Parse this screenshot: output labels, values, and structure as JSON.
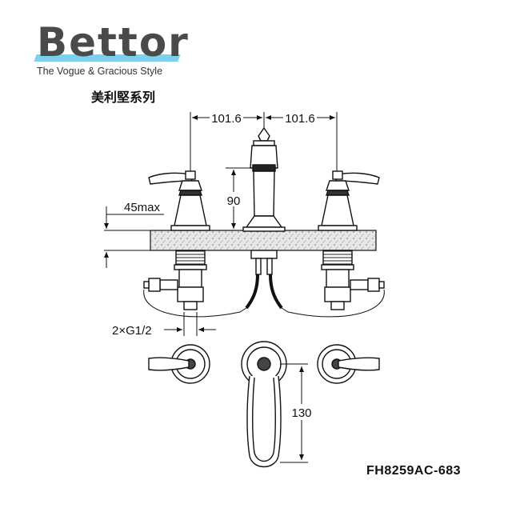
{
  "brand": {
    "name": "Bettor",
    "slogan": "The Vogue & Gracious Style",
    "accent_color": "#7fd0ee",
    "text_color": "#4a4a4a"
  },
  "series_name": "美利堅系列",
  "model_number": "FH8259AC-683",
  "dimensions": {
    "spacing_left": "101.6",
    "spacing_right": "101.6",
    "spout_height": "90",
    "deck_thickness": "45max",
    "connection": "2×G1/2",
    "spout_reach": "130"
  }
}
